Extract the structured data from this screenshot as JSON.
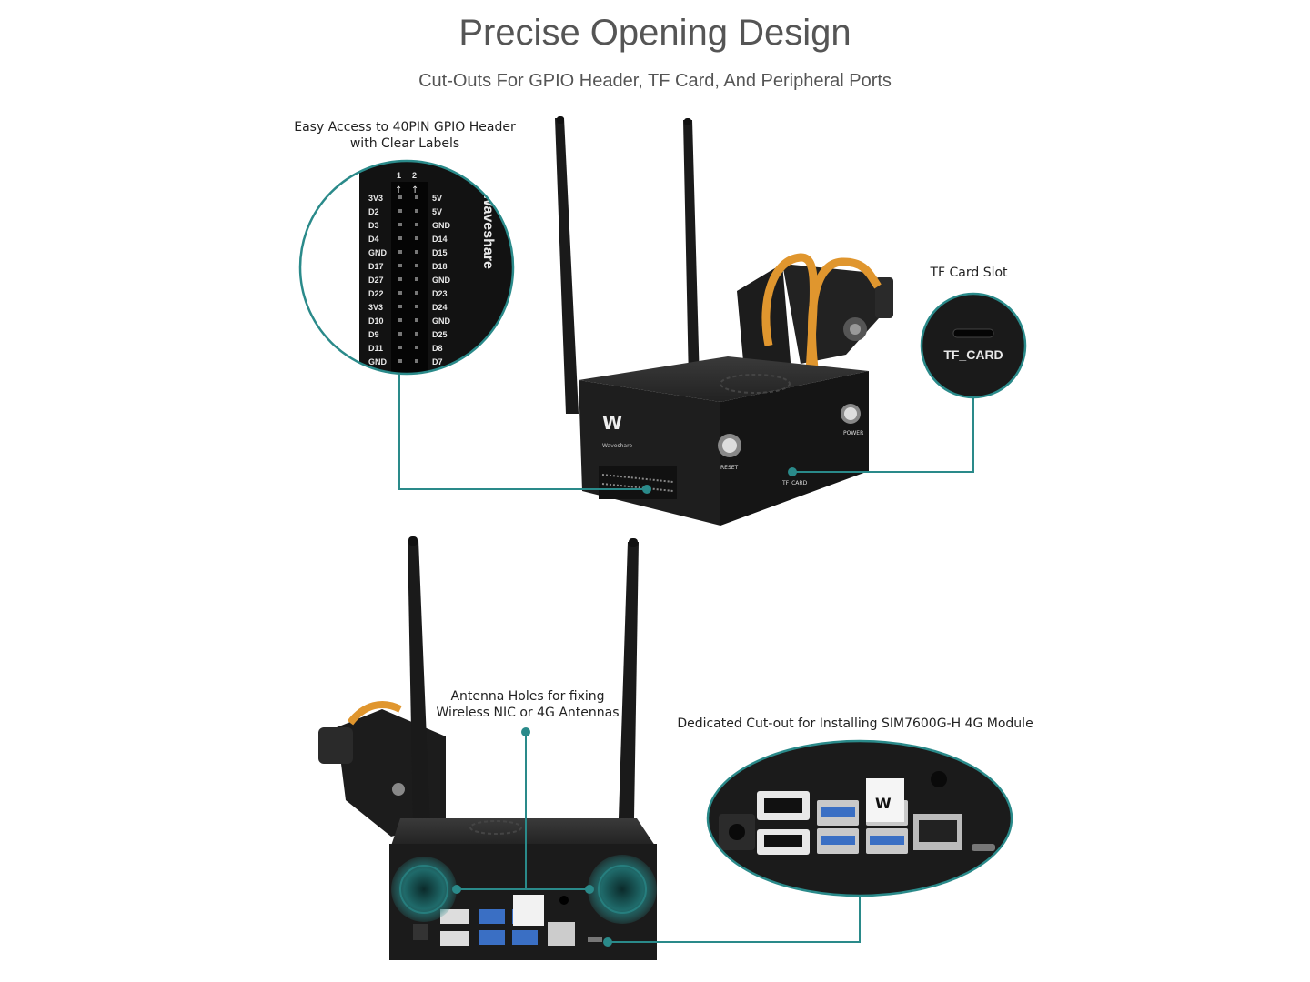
{
  "header": {
    "title": "Precise Opening Design",
    "subtitle": "Cut-Outs For GPIO Header, TF Card, And Peripheral Ports"
  },
  "callouts": {
    "gpio": [
      "Easy Access to 40PIN GPIO Header",
      "with Clear Labels"
    ],
    "tf": "TF Card Slot",
    "antenna": [
      "Antenna Holes for fixing",
      "Wireless NIC or 4G Antennas"
    ],
    "sim": "Dedicated Cut-out for  Installing SIM7600G-H 4G Module"
  },
  "gpio_header": {
    "col_numbers": [
      "1",
      "2"
    ],
    "left_pins": [
      "3V3",
      "D2",
      "D3",
      "D4",
      "GND",
      "D17",
      "D27",
      "D22",
      "3V3",
      "D10",
      "D9",
      "D11",
      "GND"
    ],
    "right_pins": [
      "5V",
      "5V",
      "GND",
      "D14",
      "D15",
      "D18",
      "GND",
      "D23",
      "D24",
      "GND",
      "D25",
      "D8",
      "D7"
    ],
    "brand": "Waveshare"
  },
  "device_labels": {
    "reset": "RESET",
    "power": "POWER",
    "tf_card_small": "TF_CARD",
    "tf_card_zoom": "TF_CARD",
    "brand": "Waveshare"
  },
  "colors": {
    "accent_teal": "#2a8a8a",
    "device_black": "#1b1b1b",
    "ribbon_orange": "#e0962e",
    "usb_blue": "#3a6fc4"
  }
}
